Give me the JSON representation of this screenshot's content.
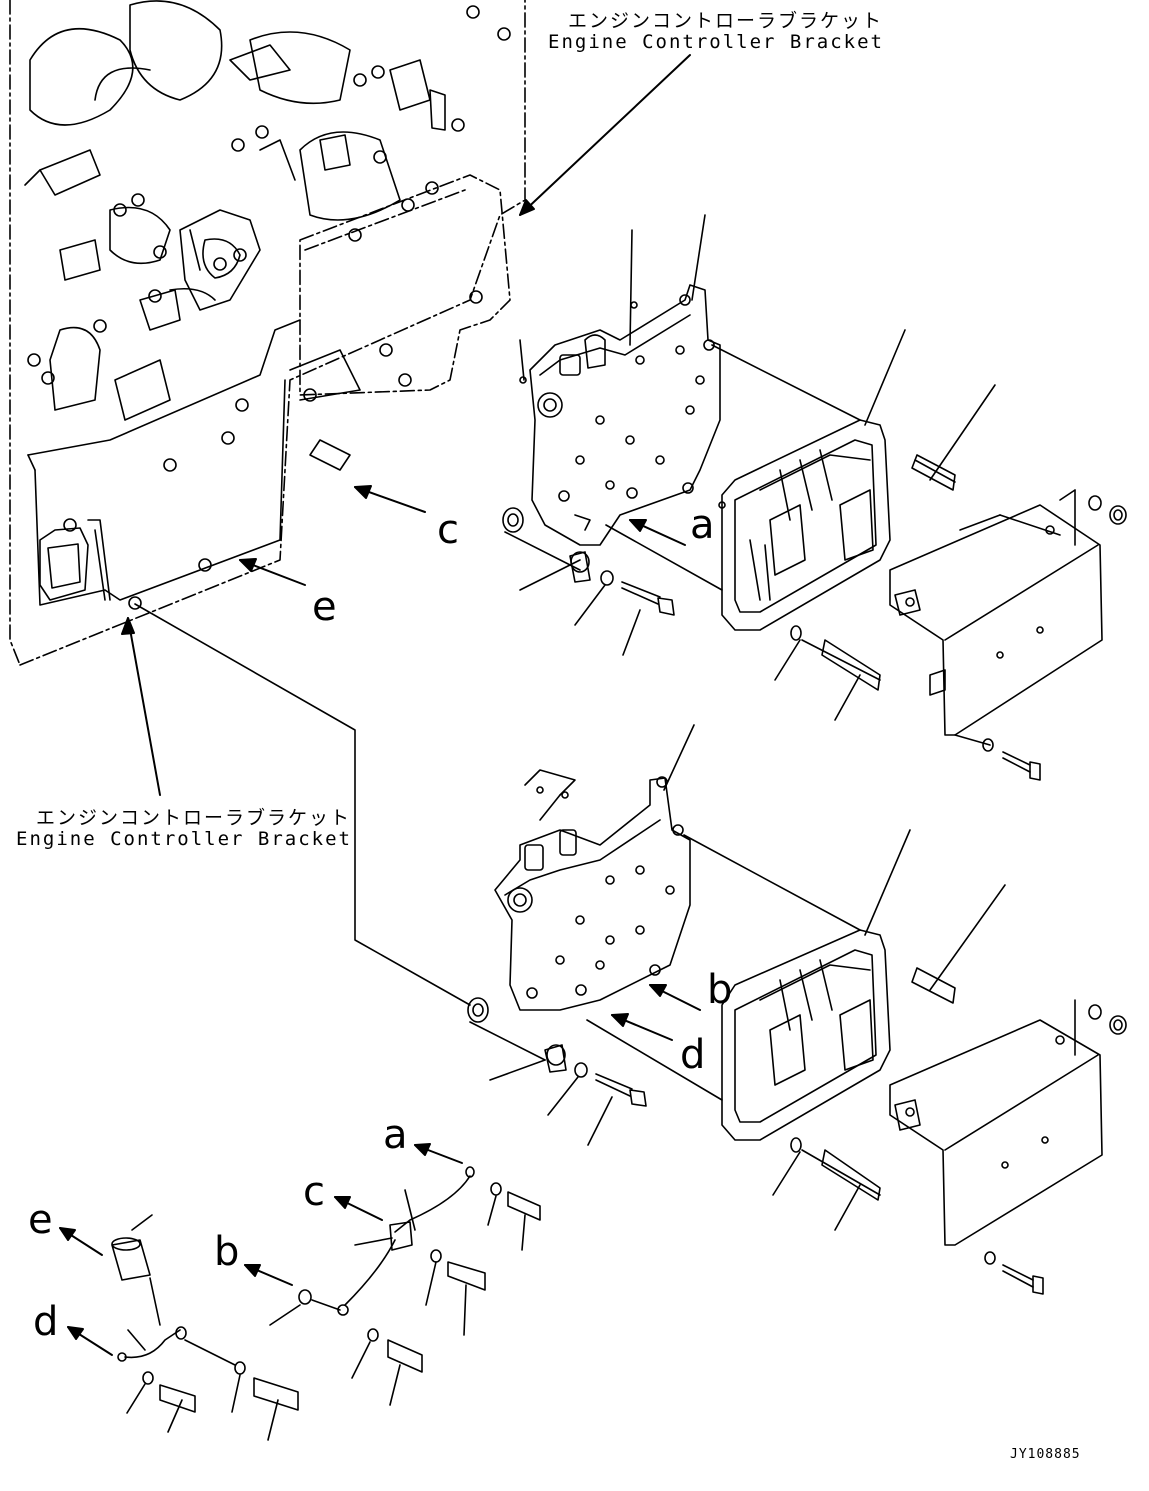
{
  "callouts": {
    "top": {
      "jp": "エンジンコントローラブラケット",
      "en": "Engine Controller Bracket"
    },
    "left": {
      "jp": "エンジンコントローラブラケット",
      "en": "Engine Controller Bracket"
    }
  },
  "letters": {
    "a_top": "a",
    "c_top": "c",
    "e_top": "e",
    "b_mid": "b",
    "d_mid": "d",
    "a_bottom": "a",
    "c_bottom": "c",
    "b_bottom": "b",
    "e_bottom": "e",
    "d_bottom": "d"
  },
  "drawing_code": "JY108885"
}
